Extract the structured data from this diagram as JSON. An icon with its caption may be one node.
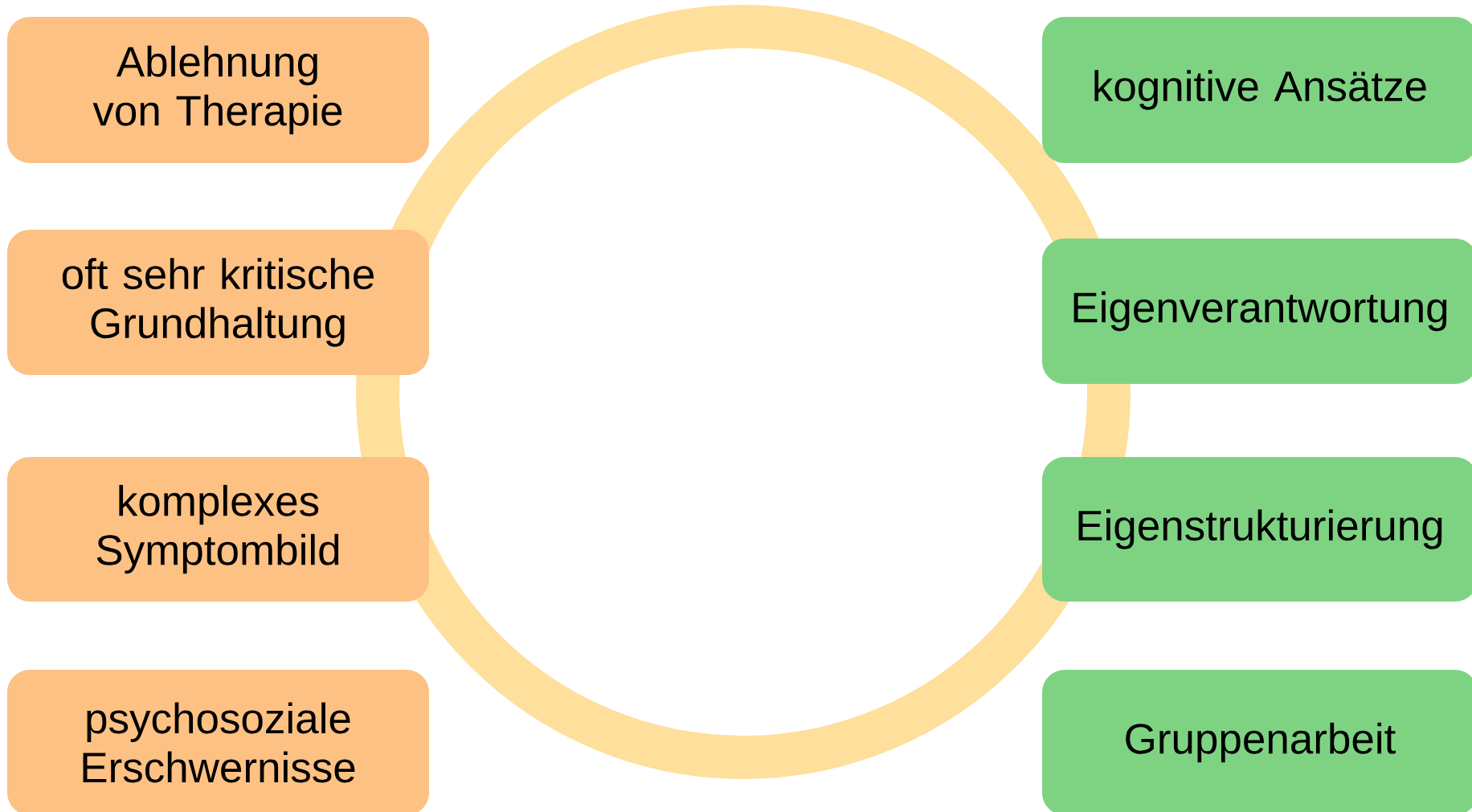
{
  "diagram": {
    "nodes": [
      {
        "text": [
          "Ablehnung von Therapie"
        ]
      },
      {
        "text": [
          "oft sehr kritische Grundhaltung"
        ]
      },
      {
        "text": [
          "komplexes Symptombild"
        ]
      },
      {
        "text": [
          "psychosoziale Erschwernisse"
        ]
      },
      {
        "text": [
          "kognitive Ansätze"
        ]
      },
      {
        "text": [
          "Eigenverantwortung"
        ]
      },
      {
        "text": [
          "Eigenstrukturierung"
        ]
      },
      {
        "text": [
          "Gruppenarbeit"
        ]
      }
    ]
  }
}
